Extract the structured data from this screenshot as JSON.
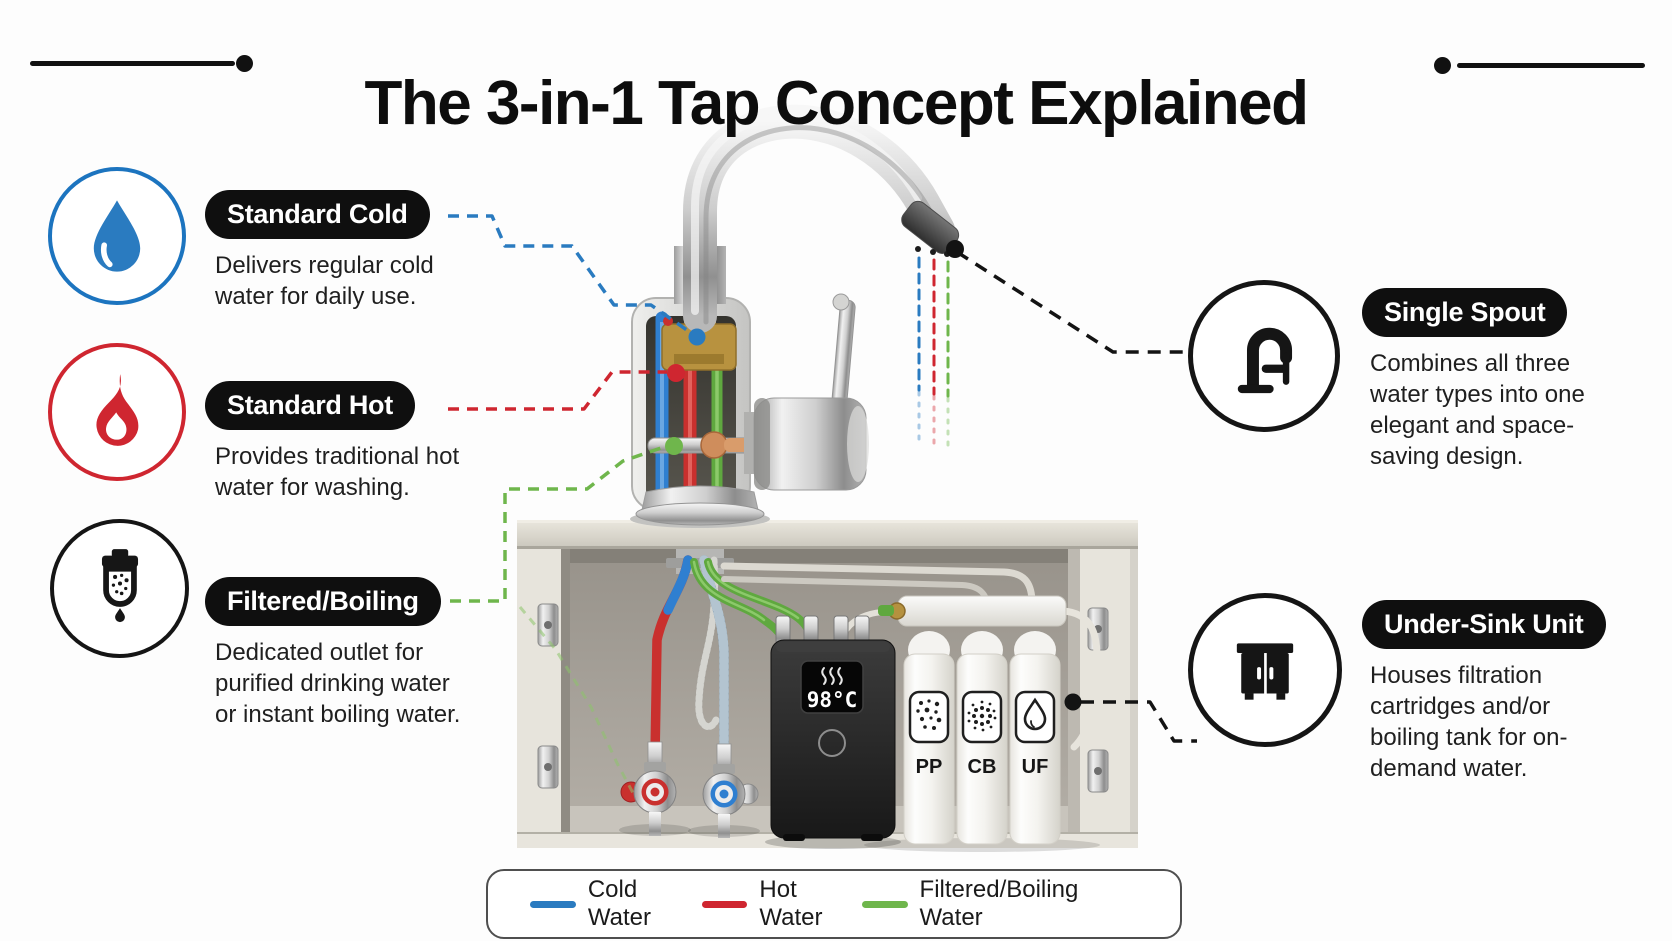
{
  "title": {
    "text": "The 3-in-1 Tap Concept Explained"
  },
  "colors": {
    "cold": "#2a7bc0",
    "hot": "#cf2630",
    "filtered": "#6fb64c",
    "dark": "#131313"
  },
  "callouts": {
    "left": [
      {
        "id": "standard-cold",
        "label": "Standard Cold",
        "description": "Delivers regular cold water for daily use.",
        "color": "#1c74bf",
        "icon": "water-drop-icon"
      },
      {
        "id": "standard-hot",
        "label": "Standard Hot",
        "description": "Provides traditional hot water for washing.",
        "color": "#cf2630",
        "icon": "flame-icon"
      },
      {
        "id": "filtered-boiling",
        "label": "Filtered/Boiling",
        "description": "Dedicated outlet for purified drinking water or instant boiling water.",
        "color": "#151515",
        "icon": "filter-cartridge-icon"
      }
    ],
    "right": [
      {
        "id": "single-spout",
        "label": "Single Spout",
        "description": "Combines all three water types into one elegant and space-saving design.",
        "color": "#151515",
        "icon": "faucet-icon"
      },
      {
        "id": "under-sink-unit",
        "label": "Under-Sink Unit",
        "description": "Houses filtration cartridges and/or boiling tank for on-demand water.",
        "color": "#151515",
        "icon": "cabinet-icon"
      }
    ]
  },
  "undersink": {
    "tank_display": {
      "temperature": "98°C",
      "icon": "steam-icon"
    },
    "filters": [
      {
        "code": "PP",
        "icon": "sediment-dots-icon"
      },
      {
        "code": "CB",
        "icon": "carbon-block-icon"
      },
      {
        "code": "UF",
        "icon": "water-drop-outline-icon"
      }
    ]
  },
  "legend": {
    "items": [
      {
        "label": "Cold Water",
        "color": "#2a7bc0"
      },
      {
        "label": "Hot Water",
        "color": "#cf2630"
      },
      {
        "label": "Filtered/Boiling Water",
        "color": "#6fb64c"
      }
    ]
  }
}
